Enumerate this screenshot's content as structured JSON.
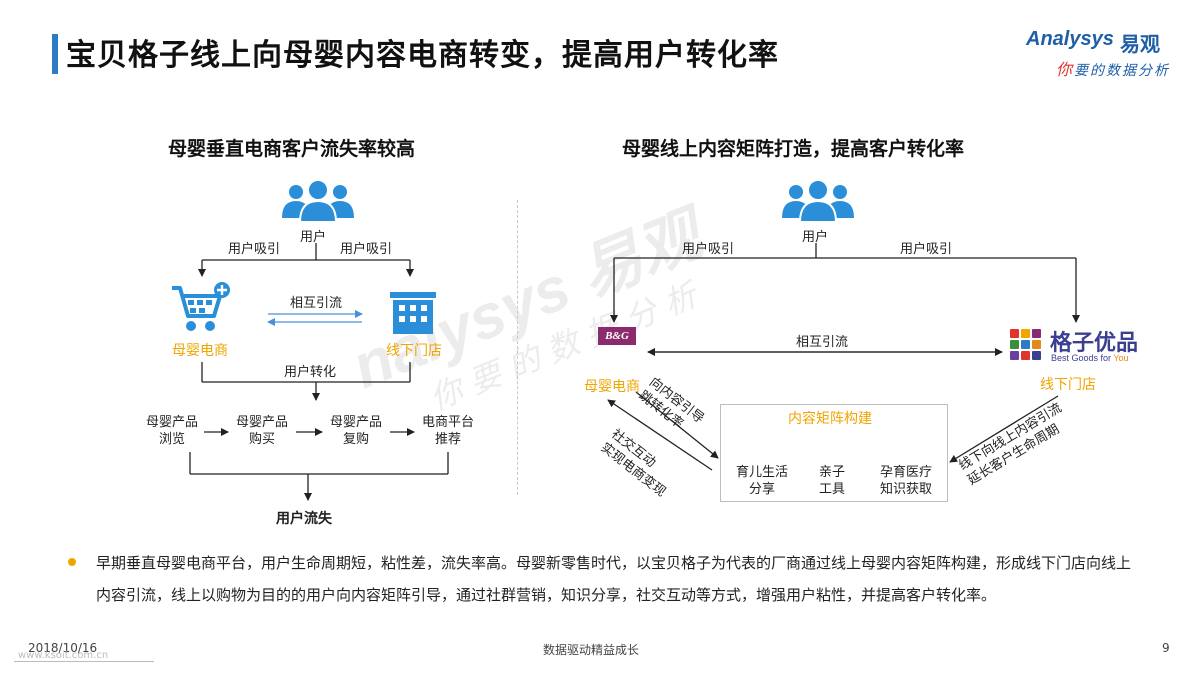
{
  "header": {
    "title": "宝贝格子线上向母婴内容电商转变，提高用户转化率",
    "logo_en": "Analysys",
    "logo_cn": "易观",
    "logo_tagline_first": "你",
    "logo_tagline_rest": "要的数据分析"
  },
  "left_panel": {
    "heading": "母婴垂直电商客户流失率较高",
    "user_label": "用户",
    "attract_left": "用户吸引",
    "attract_right": "用户吸引",
    "ecommerce_label": "母婴电商",
    "store_label": "线下门店",
    "mutual_label": "相互引流",
    "convert_label": "用户转化",
    "steps": [
      {
        "line1": "母婴产品",
        "line2": "浏览"
      },
      {
        "line1": "母婴产品",
        "line2": "购买"
      },
      {
        "line1": "母婴产品",
        "line2": "复购"
      },
      {
        "line1": "电商平台",
        "line2": "推荐"
      }
    ],
    "churn_label": "用户流失"
  },
  "right_panel": {
    "heading": "母婴线上内容矩阵打造，提高客户转化率",
    "user_label": "用户",
    "attract_left": "用户吸引",
    "attract_right": "用户吸引",
    "bg_badge": "B&G",
    "ecommerce_label": "母婴电商",
    "gezi_logo_cn": "格子优品",
    "gezi_logo_en_prefix": "Best Goods for ",
    "gezi_logo_en_you": "You",
    "store_label": "线下门店",
    "mutual_label": "相互引流",
    "guide_label_line1": "向内容引导",
    "guide_label_line2": "跳转化率",
    "social_label_line1": "社交互动",
    "social_label_line2": "实现电商变现",
    "offline_label_line1": "线下向线上内容引流",
    "offline_label_line2": "延长客户生命周期",
    "matrix_title": "内容矩阵构建",
    "matrix_items": [
      {
        "line1": "育儿生活",
        "line2": "分享"
      },
      {
        "line1": "亲子",
        "line2": "工具"
      },
      {
        "line1": "孕育医疗",
        "line2": "知识获取"
      }
    ]
  },
  "watermark": {
    "brand": "nalysys 易观",
    "tagline": "你要的数据分析"
  },
  "bullet": {
    "text": "早期垂直母婴电商平台，用户生命周期短，粘性差，流失率高。母婴新零售时代，以宝贝格子为代表的厂商通过线上母婴内容矩阵构建，形成线下门店向线上内容引流，线上以购物为目的的用户向内容矩阵引导，通过社群营销，知识分享，社交互动等方式，增强用户粘性，并提高客户转化率。"
  },
  "footer": {
    "date": "2018/10/16",
    "watermark_url": "www.ksoit.com.cn",
    "center": "数据驱动精益成长",
    "page": "9"
  },
  "colors": {
    "accent_blue": "#2e7bc4",
    "icon_blue": "#2a8fd8",
    "orange": "#f0a500",
    "bg_purple": "#8b2a6d",
    "gezi_navy": "#3a3f8f"
  }
}
